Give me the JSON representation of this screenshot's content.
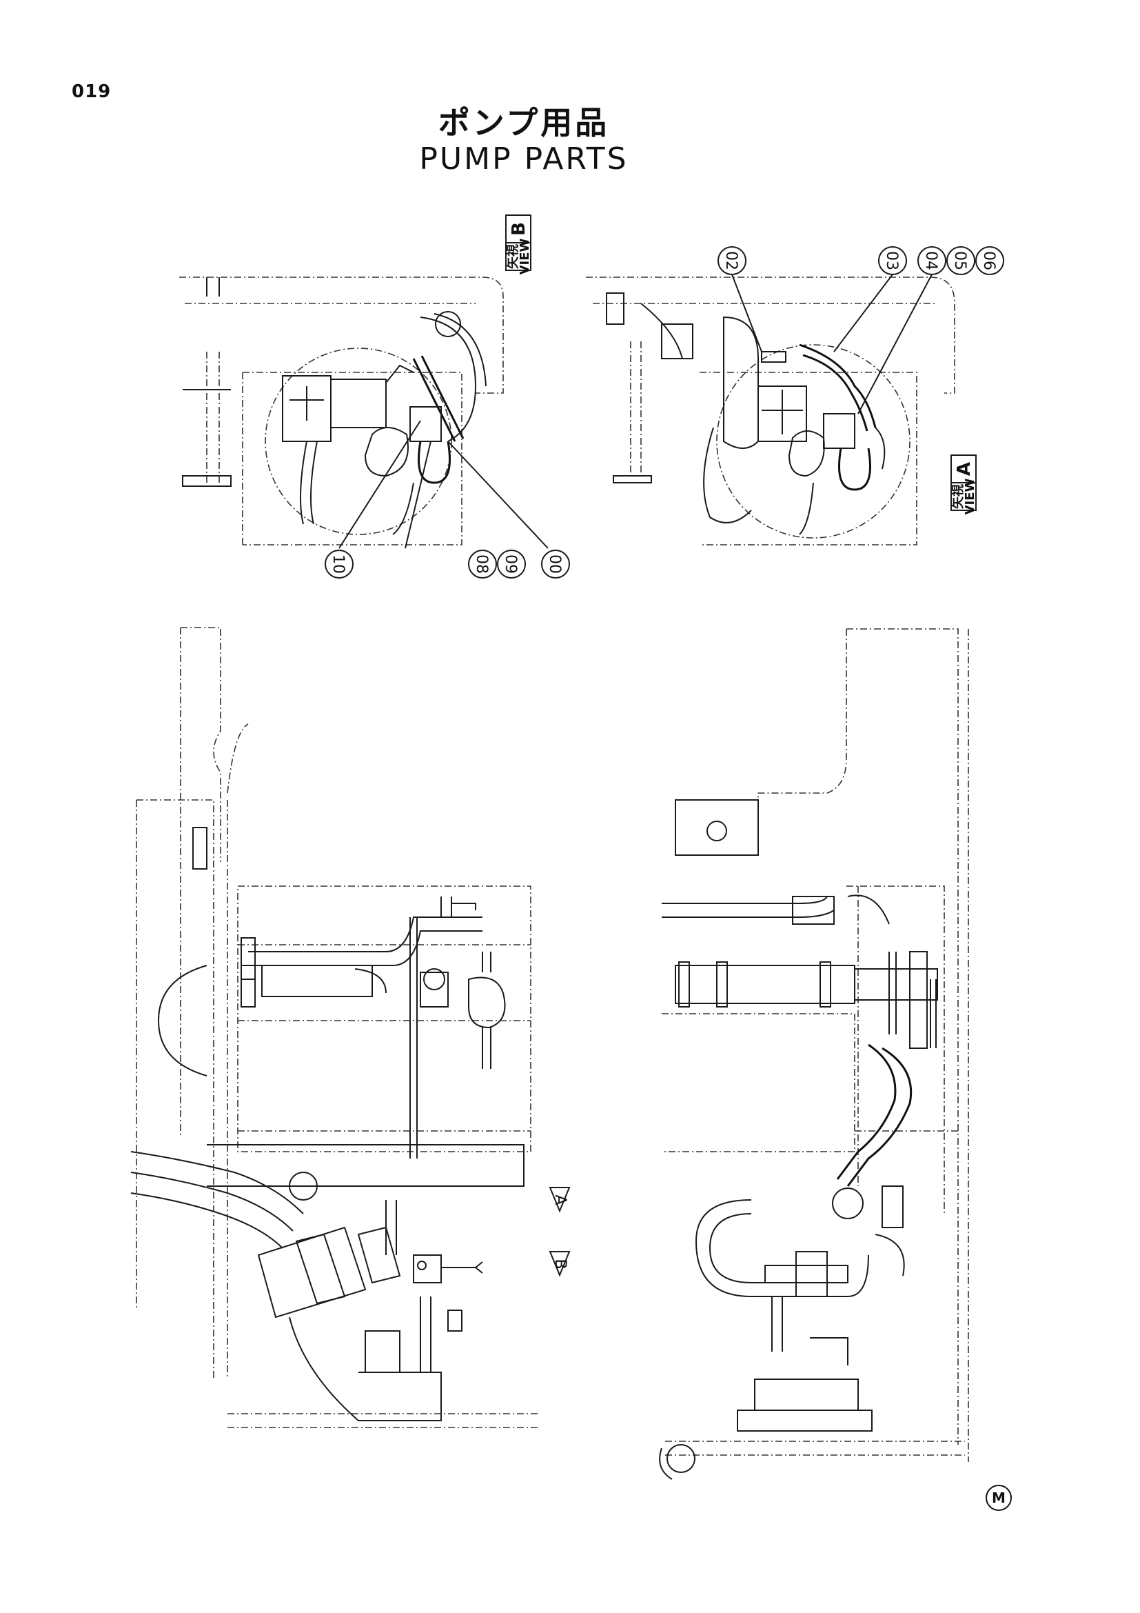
{
  "page_number": "019",
  "title_jp": "ポンプ用品",
  "title_en": "PUMP PARTS",
  "view_labels": {
    "view_b": {
      "jp": "矢視",
      "en": "VIEW",
      "letter": "B"
    },
    "view_a": {
      "jp": "矢視",
      "en": "VIEW",
      "letter": "A"
    }
  },
  "callouts_view_b": [
    "10",
    "08",
    "09",
    "00"
  ],
  "callouts_view_a": [
    "02",
    "03",
    "04",
    "05",
    "06"
  ],
  "arrow_markers": [
    "A",
    "B"
  ],
  "corner_mark": "M"
}
